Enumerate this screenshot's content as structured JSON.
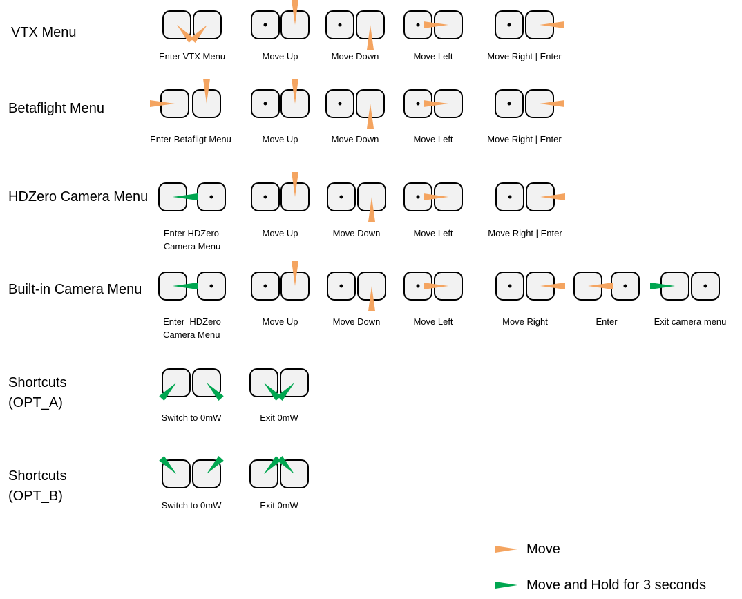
{
  "colors": {
    "move": "#F4A460",
    "hold": "#00A650",
    "stick_fill": "#F2F2F2",
    "stick_border": "#000000"
  },
  "sections": [
    {
      "title": "VTX Menu",
      "pairs": [
        {
          "label": [
            "Enter VTX Menu"
          ],
          "dots": [
            false,
            false
          ],
          "arrows": [
            {
              "stick": 0,
              "dir": "down-right",
              "kind": "move"
            },
            {
              "stick": 1,
              "dir": "down-left",
              "kind": "move"
            }
          ]
        },
        {
          "label": [
            "Move Up"
          ],
          "dots": [
            true,
            false
          ],
          "arrows": [
            {
              "stick": 1,
              "dir": "up",
              "kind": "move"
            }
          ]
        },
        {
          "label": [
            "Move Down"
          ],
          "dots": [
            true,
            false
          ],
          "arrows": [
            {
              "stick": 1,
              "dir": "down",
              "kind": "move"
            }
          ]
        },
        {
          "label": [
            "Move Left"
          ],
          "dots": [
            true,
            false
          ],
          "arrows": [
            {
              "stick": 1,
              "dir": "left",
              "kind": "move"
            }
          ]
        },
        {
          "label": [
            "Move Right | Enter"
          ],
          "dots": [
            true,
            false
          ],
          "arrows": [
            {
              "stick": 1,
              "dir": "right",
              "kind": "move"
            }
          ]
        }
      ]
    },
    {
      "title": "Betaflight Menu",
      "pairs": [
        {
          "label": [
            "Enter Betafligt Menu"
          ],
          "dots": [
            false,
            false
          ],
          "arrows": [
            {
              "stick": 0,
              "dir": "left",
              "kind": "move"
            },
            {
              "stick": 1,
              "dir": "up",
              "kind": "move"
            }
          ]
        },
        {
          "label": [
            "Move Up"
          ],
          "dots": [
            true,
            false
          ],
          "arrows": [
            {
              "stick": 1,
              "dir": "up",
              "kind": "move"
            }
          ]
        },
        {
          "label": [
            "Move Down"
          ],
          "dots": [
            true,
            false
          ],
          "arrows": [
            {
              "stick": 1,
              "dir": "down",
              "kind": "move"
            }
          ]
        },
        {
          "label": [
            "Move Left"
          ],
          "dots": [
            true,
            false
          ],
          "arrows": [
            {
              "stick": 1,
              "dir": "left",
              "kind": "move"
            }
          ]
        },
        {
          "label": [
            "Move Right | Enter"
          ],
          "dots": [
            true,
            false
          ],
          "arrows": [
            {
              "stick": 1,
              "dir": "right",
              "kind": "move"
            }
          ]
        }
      ]
    },
    {
      "title": "HDZero Camera Menu",
      "pairs": [
        {
          "label": [
            "Enter HDZero",
            "Camera Menu"
          ],
          "dots": [
            false,
            true
          ],
          "arrows": [
            {
              "stick": 0,
              "dir": "right",
              "kind": "hold"
            }
          ]
        },
        {
          "label": [
            "Move Up"
          ],
          "dots": [
            true,
            false
          ],
          "arrows": [
            {
              "stick": 1,
              "dir": "up",
              "kind": "move"
            }
          ]
        },
        {
          "label": [
            "Move Down"
          ],
          "dots": [
            true,
            false
          ],
          "arrows": [
            {
              "stick": 1,
              "dir": "down",
              "kind": "move"
            }
          ]
        },
        {
          "label": [
            "Move Left"
          ],
          "dots": [
            true,
            false
          ],
          "arrows": [
            {
              "stick": 1,
              "dir": "left",
              "kind": "move"
            }
          ]
        },
        {
          "label": [
            "Move Right | Enter"
          ],
          "dots": [
            true,
            false
          ],
          "arrows": [
            {
              "stick": 1,
              "dir": "right",
              "kind": "move"
            }
          ]
        }
      ]
    },
    {
      "title": "Built-in Camera Menu",
      "pairs": [
        {
          "label": [
            "Enter  HDZero",
            "Camera Menu"
          ],
          "dots": [
            false,
            true
          ],
          "arrows": [
            {
              "stick": 0,
              "dir": "right",
              "kind": "hold"
            }
          ]
        },
        {
          "label": [
            "Move Up"
          ],
          "dots": [
            true,
            false
          ],
          "arrows": [
            {
              "stick": 1,
              "dir": "up",
              "kind": "move"
            }
          ]
        },
        {
          "label": [
            "Move Down"
          ],
          "dots": [
            true,
            false
          ],
          "arrows": [
            {
              "stick": 1,
              "dir": "down",
              "kind": "move"
            }
          ]
        },
        {
          "label": [
            "Move Left"
          ],
          "dots": [
            true,
            false
          ],
          "arrows": [
            {
              "stick": 1,
              "dir": "left",
              "kind": "move"
            }
          ]
        },
        {
          "label": [
            "Move Right"
          ],
          "dots": [
            true,
            false
          ],
          "arrows": [
            {
              "stick": 1,
              "dir": "right",
              "kind": "move"
            }
          ]
        },
        {
          "label": [
            "Enter"
          ],
          "dots": [
            false,
            true
          ],
          "arrows": [
            {
              "stick": 0,
              "dir": "right",
              "kind": "move"
            }
          ]
        },
        {
          "label": [
            "Exit camera menu"
          ],
          "dots": [
            false,
            true
          ],
          "arrows": [
            {
              "stick": 0,
              "dir": "left",
              "kind": "hold"
            }
          ]
        }
      ]
    },
    {
      "title": "Shortcuts\n(OPT_A)",
      "pairs": [
        {
          "label": [
            "Switch to 0mW"
          ],
          "dots": [
            false,
            false
          ],
          "arrows": [
            {
              "stick": 0,
              "dir": "down-left",
              "kind": "hold"
            },
            {
              "stick": 1,
              "dir": "down-right",
              "kind": "hold"
            }
          ]
        },
        {
          "label": [
            "Exit 0mW"
          ],
          "dots": [
            false,
            false
          ],
          "arrows": [
            {
              "stick": 0,
              "dir": "down-right",
              "kind": "hold"
            },
            {
              "stick": 1,
              "dir": "down-left",
              "kind": "hold"
            }
          ]
        }
      ]
    },
    {
      "title": "Shortcuts\n(OPT_B)",
      "pairs": [
        {
          "label": [
            "Switch to 0mW"
          ],
          "dots": [
            false,
            false
          ],
          "arrows": [
            {
              "stick": 0,
              "dir": "up-left",
              "kind": "hold"
            },
            {
              "stick": 1,
              "dir": "up-right",
              "kind": "hold"
            }
          ]
        },
        {
          "label": [
            "Exit 0mW"
          ],
          "dots": [
            false,
            false
          ],
          "arrows": [
            {
              "stick": 0,
              "dir": "up-right",
              "kind": "hold"
            },
            {
              "stick": 1,
              "dir": "up-left",
              "kind": "hold"
            }
          ]
        }
      ]
    }
  ],
  "legend": [
    {
      "kind": "move",
      "label": "Move"
    },
    {
      "kind": "hold",
      "label": "Move and Hold for 3 seconds"
    }
  ]
}
